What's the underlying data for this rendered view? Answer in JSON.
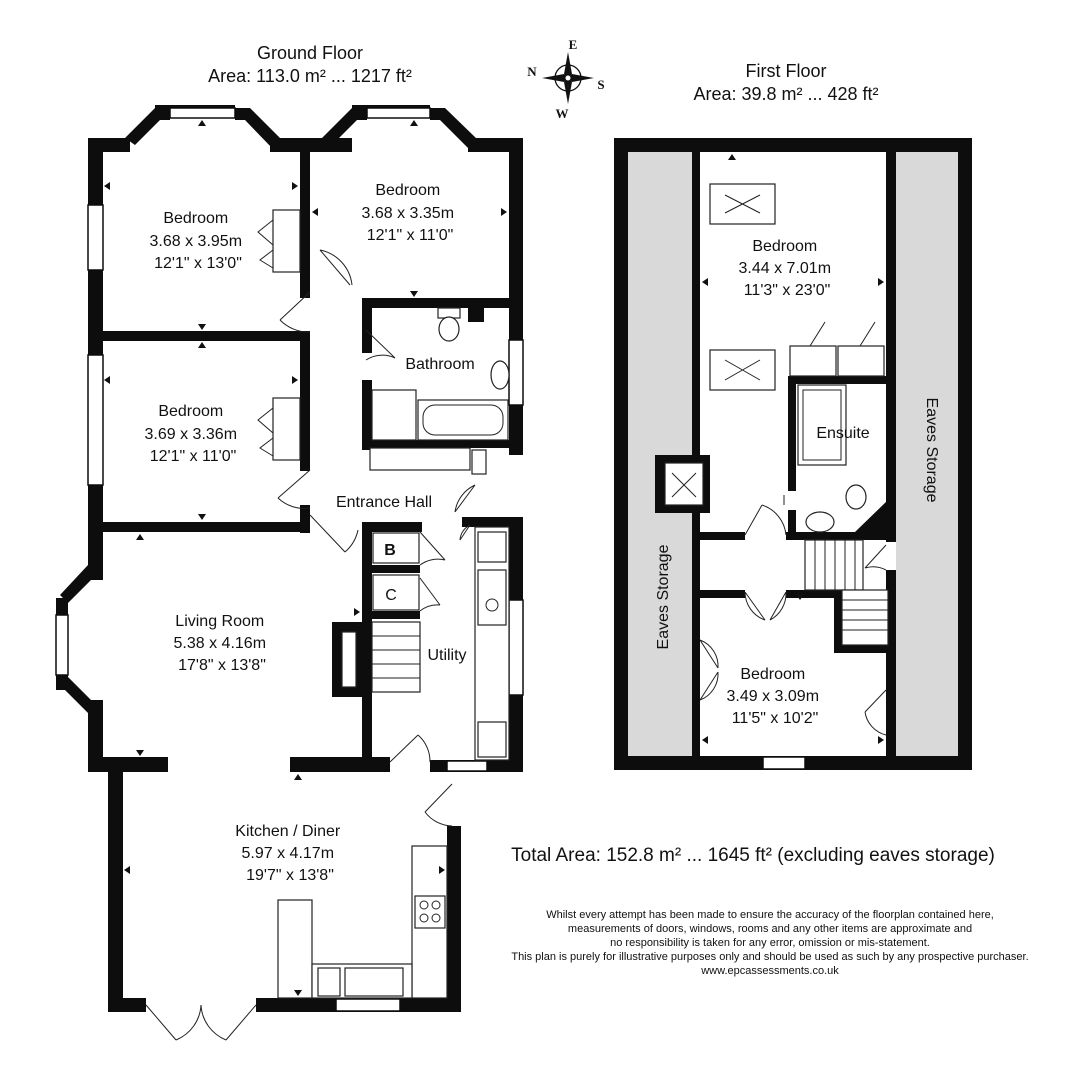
{
  "ground_floor": {
    "title": "Ground Floor",
    "area": "Area: 113.0 m² ... 1217 ft²",
    "rooms": [
      {
        "key": "bedroom_1",
        "lines": [
          "Bedroom",
          "3.68 x 3.95m",
          "12'1\" x 13'0\""
        ]
      },
      {
        "key": "bedroom_2",
        "lines": [
          "Bedroom",
          "3.68 x 3.35m",
          "12'1\" x 11'0\""
        ]
      },
      {
        "key": "bedroom_3",
        "lines": [
          "Bedroom",
          "3.69 x 3.36m",
          "12'1\" x 11'0\""
        ]
      },
      {
        "key": "bathroom",
        "lines": [
          "Bathroom"
        ]
      },
      {
        "key": "entrance_hall",
        "lines": [
          "Entrance Hall"
        ]
      },
      {
        "key": "living_room",
        "lines": [
          "Living Room",
          "5.38 x 4.16m",
          "17'8\" x 13'8\""
        ]
      },
      {
        "key": "utility",
        "lines": [
          "Utility"
        ]
      },
      {
        "key": "kitchen_diner",
        "lines": [
          "Kitchen / Diner",
          "5.97 x 4.17m",
          "19'7\" x 13'8\""
        ]
      }
    ],
    "cupboard_labels": {
      "boiler": "B",
      "cupboard": "C"
    }
  },
  "first_floor": {
    "title": "First Floor",
    "area": "Area: 39.8 m² ... 428 ft²",
    "rooms": [
      {
        "key": "bedroom_4",
        "lines": [
          "Bedroom",
          "3.44 x 7.01m",
          "11'3\" x 23'0\""
        ]
      },
      {
        "key": "ensuite",
        "lines": [
          "Ensuite"
        ]
      },
      {
        "key": "bedroom_5",
        "lines": [
          "Bedroom",
          "3.49 x 3.09m",
          "11'5\" x 10'2\""
        ]
      }
    ],
    "eaves_labels": [
      "Eaves Storage",
      "Eaves Storage"
    ]
  },
  "compass": {
    "n": "N",
    "e": "E",
    "s": "S",
    "w": "W"
  },
  "total_area": "Total Area: 152.8 m² ... 1645 ft² (excluding eaves storage)",
  "disclaimer": [
    "Whilst every attempt has been made to ensure the accuracy of the floorplan contained here,",
    "measurements of doors, windows, rooms and any other items are approximate and",
    "no responsibility is taken for any error, omission or mis-statement.",
    "This plan is purely for illustrative purposes only and should be used as such by any prospective purchaser.",
    "www.epcassessments.co.uk"
  ],
  "colors": {
    "wall": "#0d0d0d",
    "eaves_fill": "#d9d9d9",
    "background": "#ffffff"
  }
}
